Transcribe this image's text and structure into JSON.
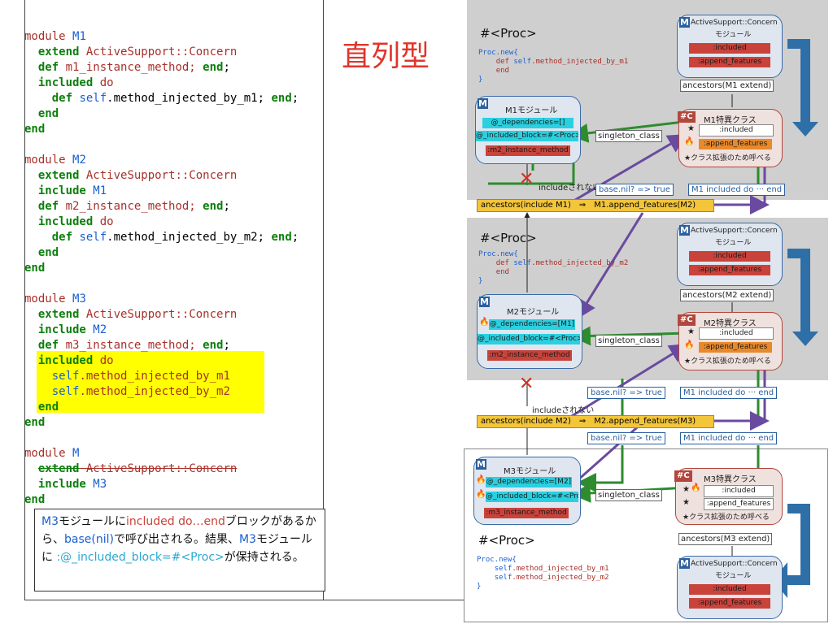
{
  "title": "直列型",
  "code_lines": [
    [
      {
        "t": "module ",
        "c": "r"
      },
      {
        "t": "M1",
        "c": "b"
      }
    ],
    [
      {
        "t": "  "
      },
      {
        "t": "extend",
        "c": "k"
      },
      {
        "t": " ActiveSupport::Concern",
        "c": "r"
      }
    ],
    [
      {
        "t": "  "
      },
      {
        "t": "def",
        "c": "k"
      },
      {
        "t": " m1_instance_method; ",
        "c": "r"
      },
      {
        "t": "end",
        "c": "k"
      },
      {
        "t": ";"
      }
    ],
    [
      {
        "t": "  "
      },
      {
        "t": "included",
        "c": "k"
      },
      {
        "t": " do",
        "c": "r"
      }
    ],
    [
      {
        "t": "    "
      },
      {
        "t": "def",
        "c": "k"
      },
      {
        "t": " "
      },
      {
        "t": "self",
        "c": "b"
      },
      {
        "t": ".method_injected_by_m1; ",
        "c": ""
      },
      {
        "t": "end",
        "c": "k"
      },
      {
        "t": ";"
      }
    ],
    [
      {
        "t": "  "
      },
      {
        "t": "end",
        "c": "k"
      }
    ],
    [
      {
        "t": "end",
        "c": "k"
      }
    ],
    [
      {
        "t": ""
      }
    ],
    [
      {
        "t": "module ",
        "c": "r"
      },
      {
        "t": "M2",
        "c": "b"
      }
    ],
    [
      {
        "t": "  "
      },
      {
        "t": "extend",
        "c": "k"
      },
      {
        "t": " ActiveSupport::Concern",
        "c": "r"
      }
    ],
    [
      {
        "t": "  "
      },
      {
        "t": "include",
        "c": "k"
      },
      {
        "t": " M1",
        "c": "b"
      }
    ],
    [
      {
        "t": "  "
      },
      {
        "t": "def",
        "c": "k"
      },
      {
        "t": " m2_instance_method; ",
        "c": "r"
      },
      {
        "t": "end",
        "c": "k"
      },
      {
        "t": ";"
      }
    ],
    [
      {
        "t": "  "
      },
      {
        "t": "included",
        "c": "k"
      },
      {
        "t": " do",
        "c": "r"
      }
    ],
    [
      {
        "t": "    "
      },
      {
        "t": "def",
        "c": "k"
      },
      {
        "t": " "
      },
      {
        "t": "self",
        "c": "b"
      },
      {
        "t": ".method_injected_by_m2; ",
        "c": ""
      },
      {
        "t": "end",
        "c": "k"
      },
      {
        "t": ";"
      }
    ],
    [
      {
        "t": "  "
      },
      {
        "t": "end",
        "c": "k"
      }
    ],
    [
      {
        "t": "end",
        "c": "k"
      }
    ],
    [
      {
        "t": ""
      }
    ],
    [
      {
        "t": "module ",
        "c": "r"
      },
      {
        "t": "M3",
        "c": "b"
      }
    ],
    [
      {
        "t": "  "
      },
      {
        "t": "extend",
        "c": "k"
      },
      {
        "t": " ActiveSupport::Concern",
        "c": "r"
      }
    ],
    [
      {
        "t": "  "
      },
      {
        "t": "include",
        "c": "k"
      },
      {
        "t": " M2",
        "c": "b"
      }
    ],
    [
      {
        "t": "  "
      },
      {
        "t": "def",
        "c": "k"
      },
      {
        "t": " m3_instance_method; ",
        "c": "r"
      },
      {
        "t": "end",
        "c": "k"
      },
      {
        "t": ";"
      }
    ],
    [
      {
        "t": "  "
      },
      {
        "t": "included",
        "c": "k"
      },
      {
        "t": " do",
        "c": "r"
      }
    ],
    [
      {
        "t": "    "
      },
      {
        "t": "self",
        "c": "b"
      },
      {
        "t": ".method_injected_by_m1",
        "c": "r"
      }
    ],
    [
      {
        "t": "    "
      },
      {
        "t": "self",
        "c": "b"
      },
      {
        "t": ".method_injected_by_m2",
        "c": "r"
      }
    ],
    [
      {
        "t": "  "
      },
      {
        "t": "end",
        "c": "k"
      }
    ],
    [
      {
        "t": "end",
        "c": "k"
      }
    ],
    [
      {
        "t": ""
      }
    ],
    [
      {
        "t": "module ",
        "c": "r"
      },
      {
        "t": "M",
        "c": "b"
      }
    ],
    [
      {
        "t": "  "
      },
      {
        "t": "extend",
        "c": "k",
        "s": true
      },
      {
        "t": " ActiveSupport::Concern",
        "c": "r",
        "s": true
      }
    ],
    [
      {
        "t": "  "
      },
      {
        "t": "include",
        "c": "k"
      },
      {
        "t": " M3",
        "c": "b"
      }
    ],
    [
      {
        "t": "end",
        "c": "k"
      }
    ]
  ],
  "note": {
    "parts": [
      {
        "t": "M3",
        "c": "#1a5fd0"
      },
      {
        "t": "モジュールに",
        "c": "#111"
      },
      {
        "t": "included do…end",
        "c": "#c9433b"
      },
      {
        "t": "ブロックがあるから、",
        "c": "#111"
      },
      {
        "t": "base(nil)",
        "c": "#1a5fd0"
      },
      {
        "t": "で呼び出される。結果、",
        "c": "#111"
      },
      {
        "t": "M3",
        "c": "#1a5fd0"
      },
      {
        "t": "モジュールに ",
        "c": "#111"
      },
      {
        "t": ":@_included_block=#<Proc>",
        "c": "#2ba8d0"
      },
      {
        "t": "が保持される。",
        "c": "#111"
      }
    ]
  },
  "diagram": {
    "proc_title": "#<Proc>",
    "proc1": [
      "Proc.new{",
      "    def self.method_injected_by_m1",
      "    end",
      "}"
    ],
    "proc2": [
      "Proc.new{",
      "    def self.method_injected_by_m2",
      "    end",
      "}"
    ],
    "proc3": [
      "Proc.new{",
      "    self.method_injected_by_m1",
      "    self.method_injected_by_m2",
      "}"
    ],
    "concern_title": "ActiveSupport::Concern",
    "concern_sub": "モジュール",
    "included": ":included",
    "append_features": ":append_features",
    "m_tag": "M",
    "c_tag": "#C",
    "m1_title": "M1モジュール",
    "m2_title": "M2モジュール",
    "m3_title": "M3モジュール",
    "m1_deps": "@_dependencies=[]",
    "m2_deps": "@_dependencies=[M1]",
    "m3_deps": "@_dependencies=[M2]",
    "inc_block": "@_included_block=#<Proc>",
    "m1_method": ":m2_instance_method",
    "m2_method": ":m2_instance_method",
    "m3_method": ":m3_instance_method",
    "m1_singleton": "M1特異クラス",
    "m2_singleton": "M2特異クラス",
    "m3_singleton": "M3特異クラス",
    "class_ext": "★クラス拡張のため呼べる",
    "singleton_class": "singleton_class",
    "anc_m1": "ancestors(M1 extend)",
    "anc_m2": "ancestors(M2 extend)",
    "anc_m3": "ancestors(M3 extend)",
    "not_included": "includeされない",
    "base_nil": "base.nil? => true",
    "m1_included": "M1 included do ··· end",
    "m2_included": "M1 included do ··· end",
    "m3_included": "M1 included do ··· end",
    "bar1": "ancestors(include M1)　⇒　M1.append_features(M2)",
    "bar2": "ancestors(include M2)　⇒　M2.append_features(M3)",
    "star": "★",
    "fire": "🔥",
    "cross": "✕"
  },
  "colors": {
    "keyword": "#0c7f0c",
    "constant": "#1a5fd0",
    "string": "#a8302a",
    "highlight": "#ffff00",
    "panel": "#cfcfcf",
    "module_border": "#3b6aa8",
    "class_border": "#b2473d",
    "green_arrow": "#2e8b2e",
    "purple_arrow": "#6a4aa0",
    "blue_arrow": "#2f6fa8"
  }
}
